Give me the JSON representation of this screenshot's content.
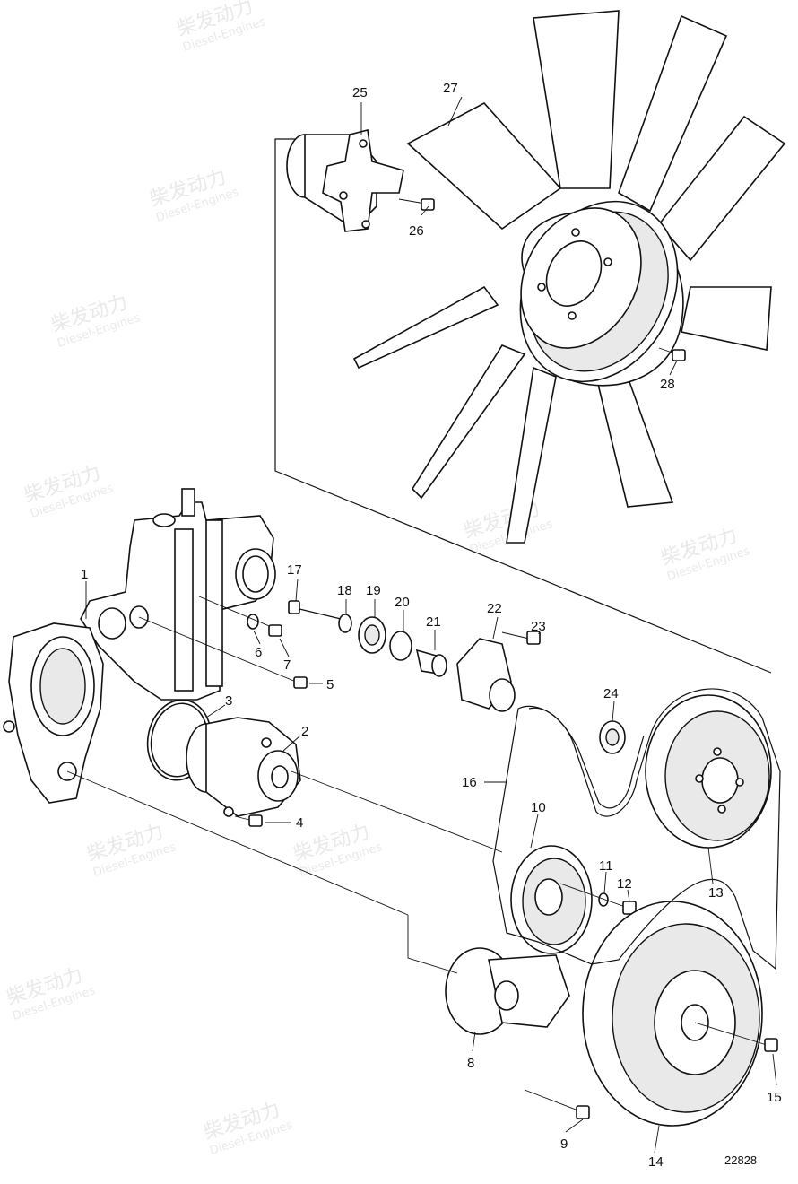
{
  "watermark": {
    "cn": "柴发动力",
    "en": "Diesel-Engines"
  },
  "reference_number": "22828",
  "callouts": [
    "1",
    "2",
    "3",
    "4",
    "5",
    "6",
    "7",
    "8",
    "9",
    "10",
    "11",
    "12",
    "13",
    "14",
    "15",
    "16",
    "17",
    "18",
    "19",
    "20",
    "21",
    "22",
    "23",
    "24",
    "25",
    "26",
    "27",
    "28"
  ]
}
